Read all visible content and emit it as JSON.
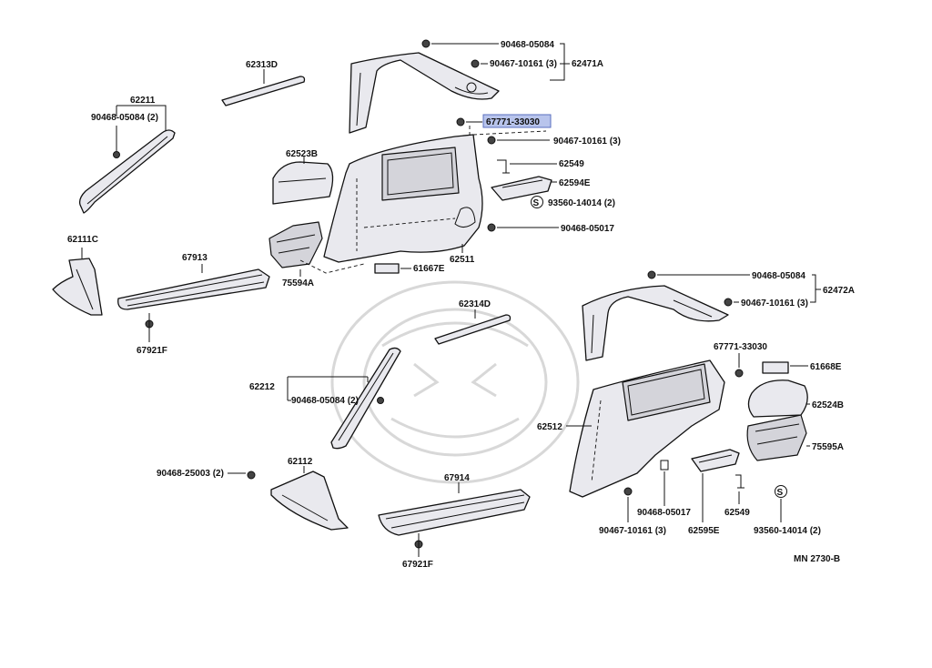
{
  "diagram_id": "MN 2730-B",
  "highlighted_part": "67771-33030",
  "labels": {
    "p90468_05084_top": "90468-05084",
    "p90467_10161_top": "90467-10161 (3)",
    "p62471A": "62471A",
    "p62313D": "62313D",
    "p62211": "62211",
    "p90468_05084_2_left": "90468-05084 (2)",
    "p67771_33030_hl": "67771-33030",
    "p90467_10161_mid": "90467-10161 (3)",
    "p62523B": "62523B",
    "p62549_top": "62549",
    "p62594E": "62594E",
    "p93560_14014_top": "93560-14014 (2)",
    "p90468_05017_top": "90468-05017",
    "p62111C": "62111C",
    "p67913": "67913",
    "p62511": "62511",
    "p61667E": "61667E",
    "p75594A": "75594A",
    "p90468_05084_right": "90468-05084",
    "p62472A": "62472A",
    "p90467_10161_right": "90467-10161 (3)",
    "p62314D": "62314D",
    "p67921F_left": "67921F",
    "p67771_33030_right": "67771-33030",
    "p61668E": "61668E",
    "p62212": "62212",
    "p90468_05084_2_mid": "90468-05084 (2)",
    "p62524B": "62524B",
    "p62512": "62512",
    "p75595A": "75595A",
    "p62112": "62112",
    "p90468_25003": "90468-25003 (2)",
    "p67914": "67914",
    "p90468_05017_bottom": "90468-05017",
    "p62549_bottom": "62549",
    "p90467_10161_bottom": "90467-10161 (3)",
    "p62595E": "62595E",
    "p93560_14014_bottom": "93560-14014 (2)",
    "p67921F_bottom": "67921F",
    "s_symbol": "S"
  }
}
